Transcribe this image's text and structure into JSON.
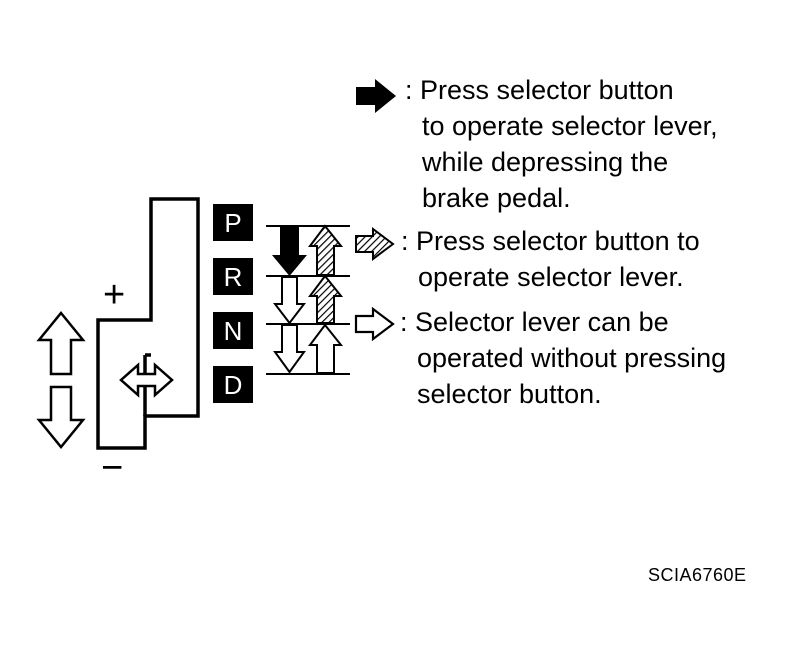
{
  "gears": [
    "P",
    "R",
    "N",
    "D"
  ],
  "signs": {
    "plus": "+",
    "minus": "−"
  },
  "legend": [
    {
      "icon": "solid-arrow-icon",
      "prefix": ":",
      "lines": [
        "Press selector button",
        "to operate selector lever,",
        "while depressing the",
        "brake pedal."
      ]
    },
    {
      "icon": "hatched-arrow-icon",
      "prefix": ":",
      "lines": [
        "Press selector button to",
        "operate selector lever."
      ]
    },
    {
      "icon": "outline-arrow-icon",
      "prefix": ":",
      "lines": [
        "Selector lever can be",
        "operated without pressing",
        "selector button."
      ]
    }
  ],
  "figure_code": "SCIA6760E"
}
